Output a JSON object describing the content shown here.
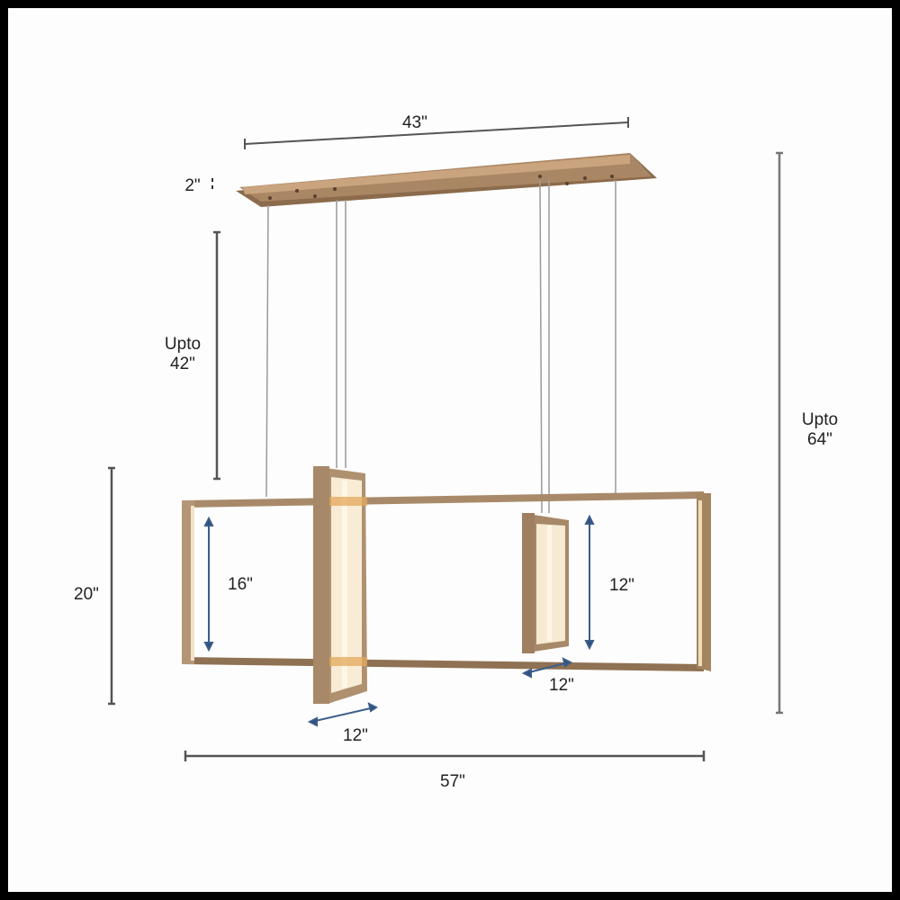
{
  "diagram": {
    "subject": "Rectangular LED pendant chandelier with ceiling canopy",
    "colors": {
      "frame_border": "#000000",
      "background": "#ffffff",
      "fixture_bronze": "#a88a6a",
      "fixture_dark": "#7d6148",
      "led_glow": "#f6e6c8",
      "dimension_gray": "#555555",
      "dimension_blue": "#2f4f7f"
    },
    "dimensions": {
      "canopy_length": "43\"",
      "canopy_height": "2\"",
      "suspension": "Upto\n42\"",
      "total_height": "Upto\n64\"",
      "fixture_height": "20\"",
      "left_panel_height": "16\"",
      "left_panel_width": "12\"",
      "right_panel_height": "12\"",
      "right_panel_width": "12\"",
      "total_width": "57\""
    }
  }
}
